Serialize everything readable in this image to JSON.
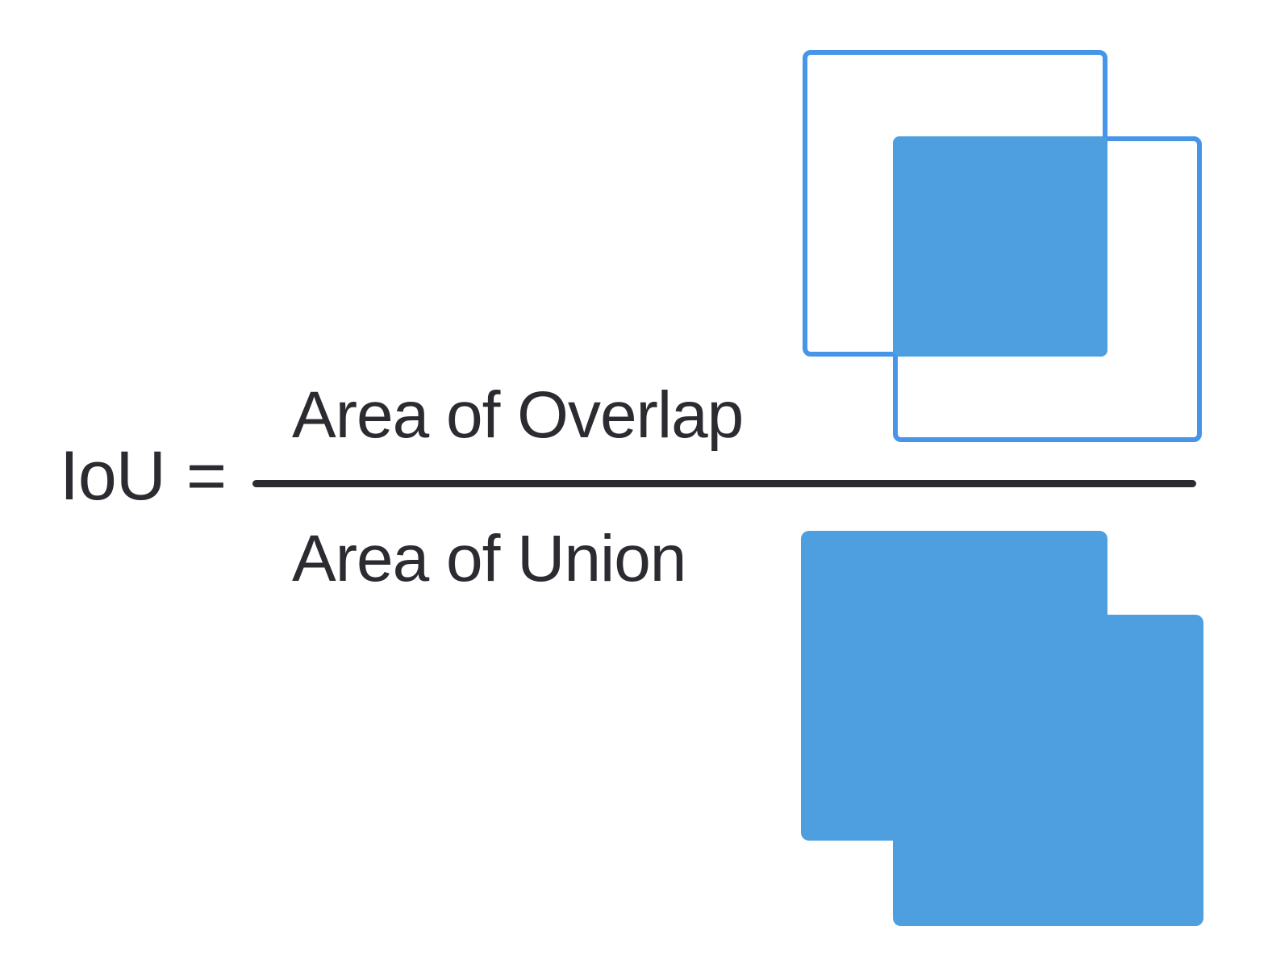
{
  "equation": {
    "lhs": "IoU",
    "equals": "=",
    "numerator": "Area of Overlap",
    "denominator": "Area of Union"
  },
  "figures": {
    "intersection_icon": "two-overlapping-bounding-boxes-with-filled-overlap-region",
    "union_icon": "two-overlapping-bounding-boxes-fully-filled-union-silhouette"
  },
  "colors": {
    "background": "#ffffff",
    "text": "#2b2b31",
    "fraction_line": "#2c2c30",
    "box_outline_blue": "#4695e8",
    "box_fill_blue": "#4d9fe0"
  }
}
